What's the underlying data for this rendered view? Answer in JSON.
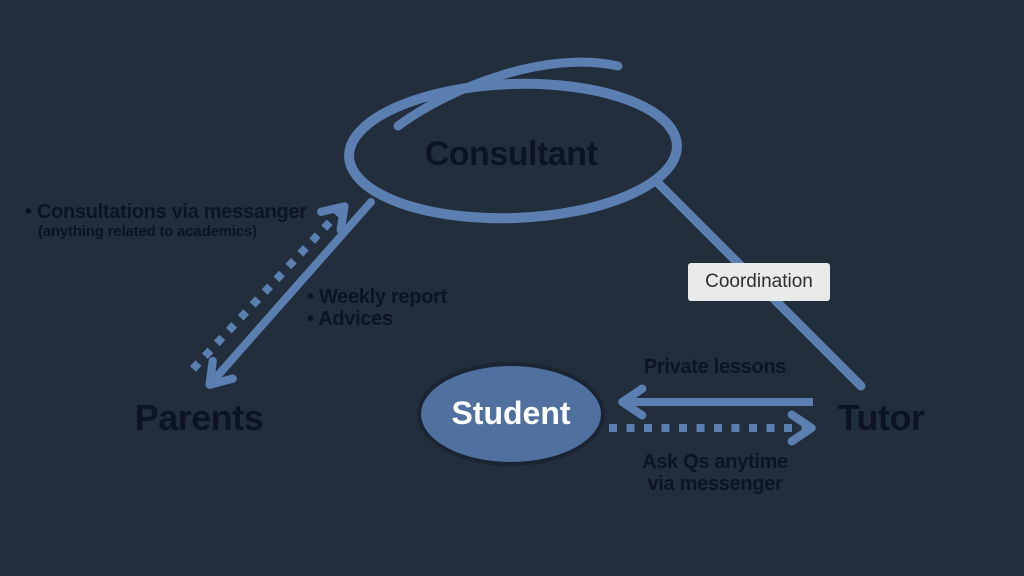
{
  "title": "Consultant - Parents - Student - Tutor relationship diagram",
  "colors": {
    "background": "#232e3d",
    "accent": "#5b7fb0",
    "student_fill": "#50719f",
    "dark_text": "#0c1422",
    "box_bg": "#e9eaea",
    "box_text": "#2e2e2e",
    "white_text": "#ffffff"
  },
  "nodes": {
    "consultant": {
      "label": "Consultant",
      "shape": "outlined-scribble-ellipse"
    },
    "parents": {
      "label": "Parents",
      "shape": "text"
    },
    "student": {
      "label": "Student",
      "shape": "filled-ellipse"
    },
    "tutor": {
      "label": "Tutor",
      "shape": "text"
    }
  },
  "edges": {
    "parents_to_consultant": {
      "style": "dotted-arrow",
      "direction": "parents-to-consultant",
      "line1": "• Consultations via messanger",
      "line2": "(anything related to academics)"
    },
    "consultant_to_parents": {
      "style": "solid-arrow",
      "direction": "consultant-to-parents",
      "line1": "• Weekly report",
      "line2": "• Advices"
    },
    "consultant_to_tutor": {
      "style": "solid-line",
      "label": "Coordination"
    },
    "tutor_to_student": {
      "style": "solid-arrow",
      "direction": "tutor-to-student",
      "label": "Private lessons"
    },
    "student_to_tutor": {
      "style": "dotted-arrow",
      "direction": "student-to-tutor",
      "line1": "Ask Qs anytime",
      "line2": "via messenger"
    }
  }
}
